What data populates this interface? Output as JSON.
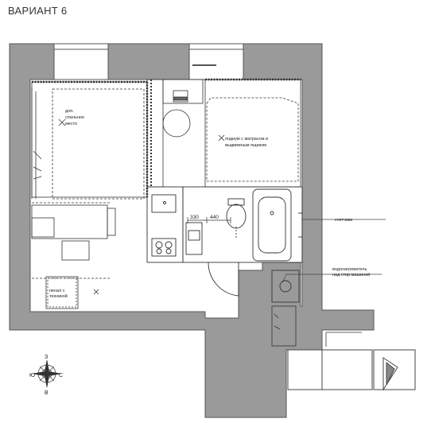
{
  "title": "ВАРИАНТ 6",
  "labels": {
    "extra_bed": [
      "доп.",
      "спальное",
      "место"
    ],
    "podium": [
      "подиум с матрасом и",
      "выдвижным ящиком"
    ],
    "meters": "счетчики",
    "water_heater": [
      "водонагреватель",
      "над стир.машиной"
    ],
    "storage": [
      "пенал с",
      "техникой"
    ],
    "dim_330": "330",
    "dim_440": "440"
  },
  "compass": {
    "north": "З",
    "east": "С",
    "south": "В",
    "west": "Ю"
  },
  "colors": {
    "wall": "#9a9a9a",
    "wall_stroke": "#555555",
    "line": "#333333"
  }
}
